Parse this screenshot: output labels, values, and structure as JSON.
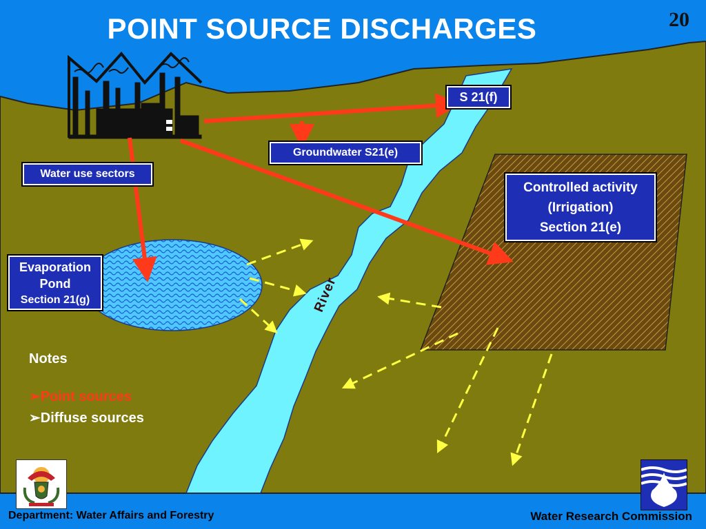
{
  "slide": {
    "title": "POINT SOURCE DISCHARGES",
    "number": "20"
  },
  "labels": {
    "s21f": "S 21(f)",
    "groundwater": "Groundwater  S21(e)",
    "water_use_sectors": "Water use sectors",
    "evap_line1": "Evaporation",
    "evap_line2": "Pond",
    "evap_line3": "Section 21(g)",
    "controlled_line1": "Controlled activity",
    "controlled_line2": "(Irrigation)",
    "controlled_line3": "Section 21(e)",
    "river": "River"
  },
  "notes": {
    "heading": "Notes",
    "items": [
      {
        "text": "Point sources",
        "color": "#ff3a1a"
      },
      {
        "text": "Diffuse sources",
        "color": "#ffffff"
      }
    ],
    "bullet_icon": "arrow-bullet-icon"
  },
  "footer": {
    "left": "Department: Water Affairs and Forestry",
    "right": "Water Research Commission"
  },
  "colors": {
    "sky": "#0a84ea",
    "land": "#7f7b0f",
    "river": "#6ff3ff",
    "pond": "#4fc7ff",
    "field": "#6a4a10",
    "label_box": "#1f2fb5",
    "point_arrow": "#ff3a1a",
    "diffuse_arrow": "#ffff44"
  }
}
